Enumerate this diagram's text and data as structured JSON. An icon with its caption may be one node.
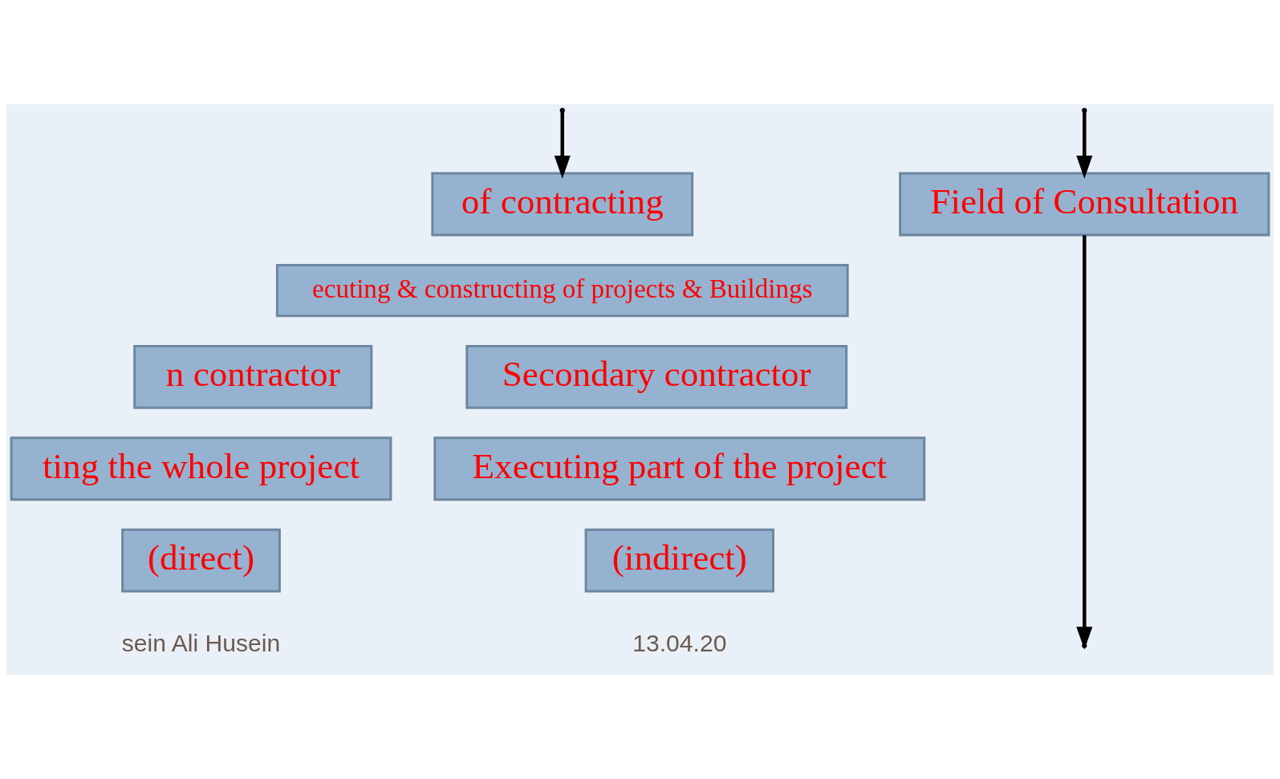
{
  "diagram": {
    "nodes": [
      {
        "text": [
          "of contracting"
        ]
      },
      {
        "text": [
          "Field of Consultation"
        ]
      },
      {
        "text": [
          "ecuting & constructing of projects & Buildings"
        ]
      },
      {
        "text": [
          "n contractor"
        ]
      },
      {
        "text": [
          "Secondary contractor"
        ]
      },
      {
        "text": [
          "ting the whole project"
        ]
      },
      {
        "text": [
          "Executing part of the project"
        ]
      },
      {
        "text": [
          "(direct)"
        ]
      },
      {
        "text": [
          "(indirect)"
        ]
      }
    ],
    "edges": [
      {
        "from": null,
        "to": 0,
        "arrow": "to"
      },
      {
        "from": 1,
        "to": null,
        "arrow": "to"
      },
      {
        "from": null,
        "to": 1,
        "arrow": "to"
      }
    ],
    "labels": [
      "sein Ali Husein",
      "13.04.20"
    ]
  }
}
